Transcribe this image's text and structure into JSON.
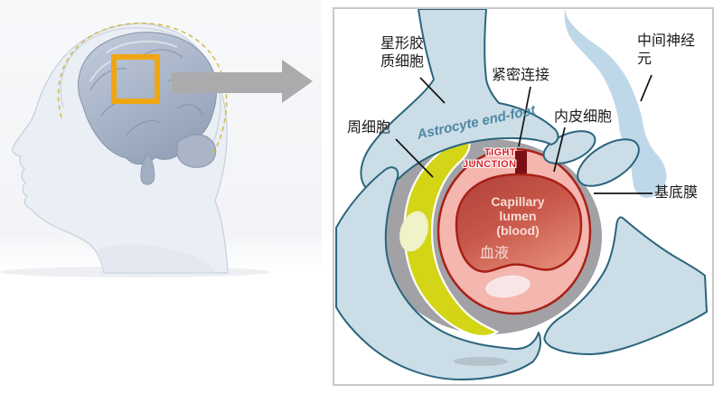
{
  "figure": {
    "subject": "blood-brain-barrier capillary cross-section with human head overview"
  },
  "colors": {
    "highlight-box": "#F0A612",
    "arrow-gray": "#ABABAD",
    "astrocyte-fill": "#CBDDE7",
    "astrocyte-fill-light": "#D6E4EC",
    "astrocyte-outline": "#2A657D",
    "interneuron-fill": "#B8D5E8",
    "basement-gray": "#A2A2A6",
    "pericyte-yellow": "#D3D516",
    "pericyte-nucleus": "#F0F2C8",
    "endothelium-pink": "#F4B6AE",
    "vessel-outline-red": "#A82017",
    "junction-dark-red": "#7A1015",
    "label-red": "#D6242B",
    "endfoot-text-blue": "#4D87A3",
    "label-black": "#1B1B1B",
    "panel-border": "#C8C8C8",
    "head-fill": "#EAEEF5",
    "brain-fill": "#AEB9CC"
  },
  "right_panel": {
    "labels": {
      "astrocyte": {
        "line1": "星形胶",
        "line2": "质细胞"
      },
      "tight_junction_cn": "紧密连接",
      "interneuron": {
        "line1": "中间神经",
        "line2": "元"
      },
      "pericyte": "周细胞",
      "endothelial_cell": "内皮细胞",
      "basement_membrane": "基底膜",
      "astrocyte_endfoot": "Astrocyte end-foot",
      "tight_junction_en": {
        "line1": "TIGHT",
        "line2": "JUNCTION"
      },
      "capillary_lumen": {
        "line1": "Capillary",
        "line2": "lumen",
        "line3": "(blood)"
      },
      "blood_cn": "血液"
    }
  }
}
